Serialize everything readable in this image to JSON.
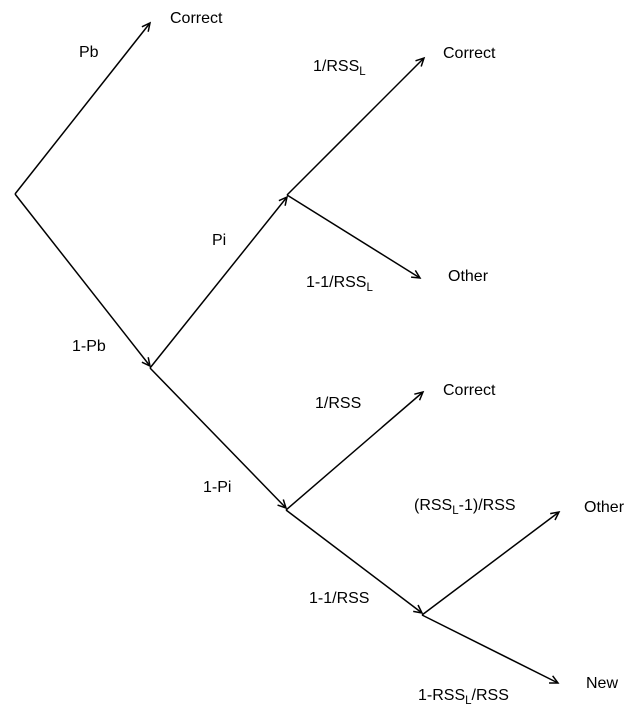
{
  "diagram": {
    "background": "#ffffff",
    "line_color": "#000000",
    "branch_labels": {
      "pb": {
        "main": "Pb"
      },
      "one_minus_pb": {
        "main": "1-Pb"
      },
      "pi": {
        "main": "Pi"
      },
      "one_minus_pi": {
        "main": "1-Pi"
      },
      "inv_rss_l": {
        "main": "1/RSS",
        "sub": "L"
      },
      "one_minus_inv_rss_l": {
        "main": "1-1/RSS",
        "sub": "L"
      },
      "inv_rss": {
        "main": "1/RSS"
      },
      "one_minus_inv_rss": {
        "main": "1-1/RSS"
      },
      "rss_l_minus_1_over_rss": {
        "main": "(RSS",
        "sub": "L",
        "tail": "-1)/RSS"
      },
      "one_minus_rss_l_over_rss": {
        "main": "1-RSS",
        "sub": "L",
        "tail": "/RSS"
      }
    },
    "outcome_labels": {
      "correct_top": "Correct",
      "correct_mid": "Correct",
      "correct_low": "Correct",
      "other_mid": "Other",
      "other_low": "Other",
      "new_low": "New"
    },
    "edges": [
      {
        "from": "root",
        "branch_key": "pb",
        "outcome_key": "correct_top"
      },
      {
        "from": "root",
        "branch_key": "one_minus_pb",
        "to": "node-2"
      },
      {
        "from": "node-2",
        "branch_key": "pi",
        "to": "node-3"
      },
      {
        "from": "node-3",
        "branch_key": "inv_rss_l",
        "outcome_key": "correct_mid"
      },
      {
        "from": "node-3",
        "branch_key": "one_minus_inv_rss_l",
        "outcome_key": "other_mid"
      },
      {
        "from": "node-2",
        "branch_key": "one_minus_pi",
        "to": "node-4"
      },
      {
        "from": "node-4",
        "branch_key": "inv_rss",
        "outcome_key": "correct_low"
      },
      {
        "from": "node-4",
        "branch_key": "one_minus_inv_rss",
        "to": "node-5"
      },
      {
        "from": "node-5",
        "branch_key": "rss_l_minus_1_over_rss",
        "outcome_key": "other_low"
      },
      {
        "from": "node-5",
        "branch_key": "one_minus_rss_l_over_rss",
        "outcome_key": "new_low"
      }
    ]
  }
}
